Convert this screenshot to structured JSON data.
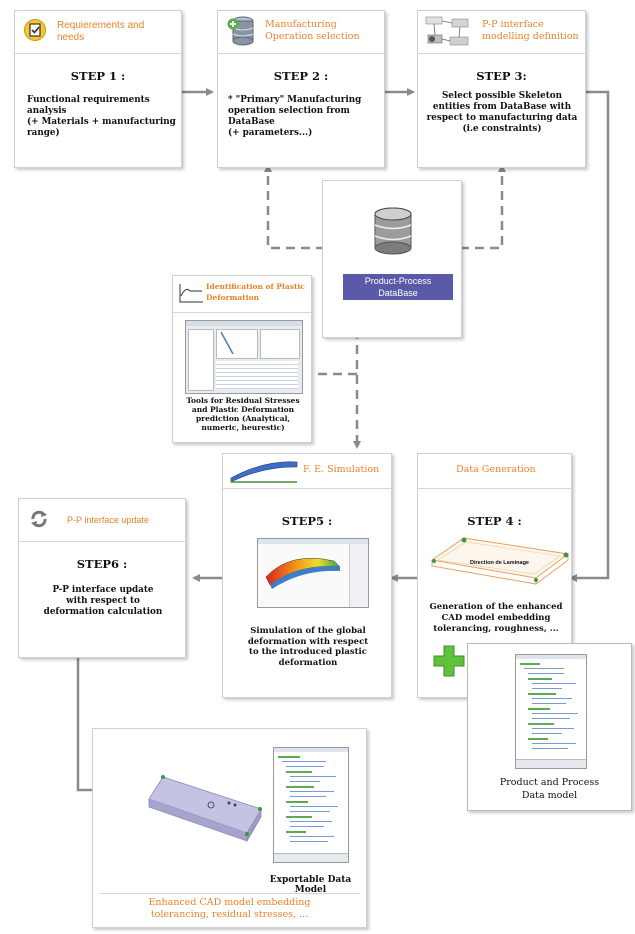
{
  "colors": {
    "accent": "#e8832a",
    "arrow": "#8a8a8a",
    "db_label_bg": "#5a5aa8",
    "plus": "#5fc23b"
  },
  "step1": {
    "header": "Requierements and needs",
    "title": "STEP 1 :",
    "lines": [
      "Functional requirements",
      "analysis",
      "(+ Materials + manufacturing",
      "range)"
    ],
    "icon": "checklist-icon"
  },
  "step2": {
    "header": [
      "Manufacturing",
      "Operation selection"
    ],
    "title": "STEP 2 :",
    "lines": [
      "* \"Primary\" Manufacturing",
      "operation selection from",
      "DataBase",
      "(+ parameters...)"
    ],
    "icon": "database-add-icon"
  },
  "step3": {
    "header": [
      "P-P interface",
      "modelling definition"
    ],
    "title": "STEP 3:",
    "lines": [
      "Select possible Skeleton",
      "entities from DataBase with",
      "respect to manufacturing data",
      "(i.e constraints)"
    ],
    "icon": "skeleton-graph-icon"
  },
  "database": {
    "label": [
      "Product-Process",
      "DataBase"
    ],
    "icon": "database-icon"
  },
  "tools": {
    "header": [
      "Identification of Plastic",
      "Deformation"
    ],
    "caption": [
      "Tools for Residual Stresses",
      "and Plastic Deformation",
      "prediction (Analytical,",
      "numeric, heurestic)"
    ]
  },
  "step5": {
    "header": "F. E. Simulation",
    "title": "STEP5 :",
    "lines": [
      "Simulation of the global",
      "deformation with respect",
      "to the introduced plastic",
      "deformation"
    ]
  },
  "step4": {
    "header": "Data Generation",
    "title": "STEP 4 :",
    "lines": [
      "Generation of the enhanced",
      "CAD model embedding",
      "tolerancing, roughness, ..."
    ],
    "plate_label": "Direction de Laminage"
  },
  "step6": {
    "header": "P-P interface update",
    "title": "STEP6 :",
    "lines": [
      "P-P interface update",
      "with respect to",
      "deformation calculation"
    ],
    "icon": "refresh-icon"
  },
  "datamodel": {
    "caption": [
      "Product and Process",
      "Data model"
    ]
  },
  "final": {
    "exportable": "Exportable Data Model",
    "caption": [
      "Enhanced CAD model embedding",
      "tolerancing, residual stresses, ..."
    ]
  }
}
